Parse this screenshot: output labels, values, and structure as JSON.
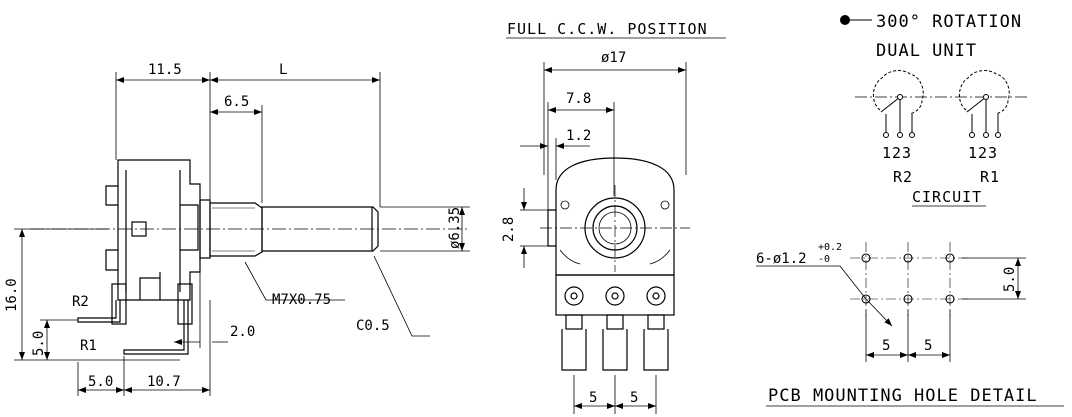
{
  "side_view": {
    "dims": {
      "a_11_5": "11.5",
      "l": "L",
      "a_6_5": "6.5",
      "d_6_35": "ø6.35",
      "a_16_0": "16.0",
      "a_5_0_v": "5.0",
      "a_2_0": "2.0",
      "a_5_0_h": "5.0",
      "a_10_7": "10.7"
    },
    "labels": {
      "thread": "M7X0.75",
      "chamfer": "C0.5",
      "r2": "R2",
      "r1": "R1"
    }
  },
  "front_view": {
    "title": "FULL C.C.W. POSITION",
    "dims": {
      "d_17": "ø17",
      "a_7_8": "7.8",
      "a_1_2": "1.2",
      "a_2_8": "2.8",
      "pitch_1": "5",
      "pitch_2": "5"
    }
  },
  "circuit": {
    "rotation": "300° ROTATION",
    "unit": "DUAL UNIT",
    "pins_r2": "123",
    "pins_r1": "123",
    "r2": "R2",
    "r1": "R1",
    "title": "CIRCUIT"
  },
  "pcb": {
    "holes": "6-ø1.2",
    "tol_plus": "+0.2",
    "tol_minus": "-0",
    "dim_v": "5.0",
    "dim_h1": "5",
    "dim_h2": "5",
    "title": "PCB MOUNTING HOLE DETAIL"
  }
}
